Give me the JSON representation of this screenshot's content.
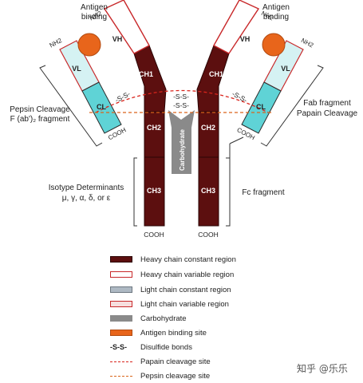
{
  "labels": {
    "antigen_binding_left": [
      "Antigen",
      "binding"
    ],
    "antigen_binding_right": [
      "Antigen",
      "binding"
    ],
    "nh2": "NH2",
    "vh": "VH",
    "vl": "VL",
    "cl": "CL",
    "ch1": "CH1",
    "ch2": "CH2",
    "ch3": "CH3",
    "cooh": "COOH",
    "disulfide": "-S-S-",
    "carbohydrate": "Carbohydrate",
    "pepsin_cleavage": [
      "Pepsin Cleavage",
      "F (ab')₂ fragment"
    ],
    "fab_fragment": [
      "Fab fragment",
      "Papain Cleavage"
    ],
    "isotype": [
      "Isotype Determinants",
      "μ, γ, α, δ, or ε"
    ],
    "fc_fragment": "Fc fragment"
  },
  "legend": [
    {
      "label": "Heavy chain constant region",
      "swatch": "heavy-constant"
    },
    {
      "label": "Heavy chain variable region",
      "swatch": "heavy-variable"
    },
    {
      "label": "Light chain constant region",
      "swatch": "light-constant"
    },
    {
      "label": "Light chain variable region",
      "swatch": "light-variable"
    },
    {
      "label": "Carbohydrate",
      "swatch": "carbohydrate"
    },
    {
      "label": "Antigen binding site",
      "swatch": "antigen"
    },
    {
      "label": "Disulfide bonds",
      "swatch": "disulfide"
    },
    {
      "label": "Papain cleavage site",
      "swatch": "papain"
    },
    {
      "label": "Pepsin cleavage site",
      "swatch": "pepsin"
    }
  ],
  "watermark": "知乎 @乐乐",
  "colors": {
    "heavy_constant": "#5c0f0f",
    "heavy_variable_border": "#c8282a",
    "light_constant": "#5fd3d6",
    "light_variable": "#d5f2f3",
    "carbohydrate": "#8a8a8a",
    "antigen": "#e8651b",
    "papain_line": "#d9241c",
    "pepsin_line": "#d9651b"
  }
}
